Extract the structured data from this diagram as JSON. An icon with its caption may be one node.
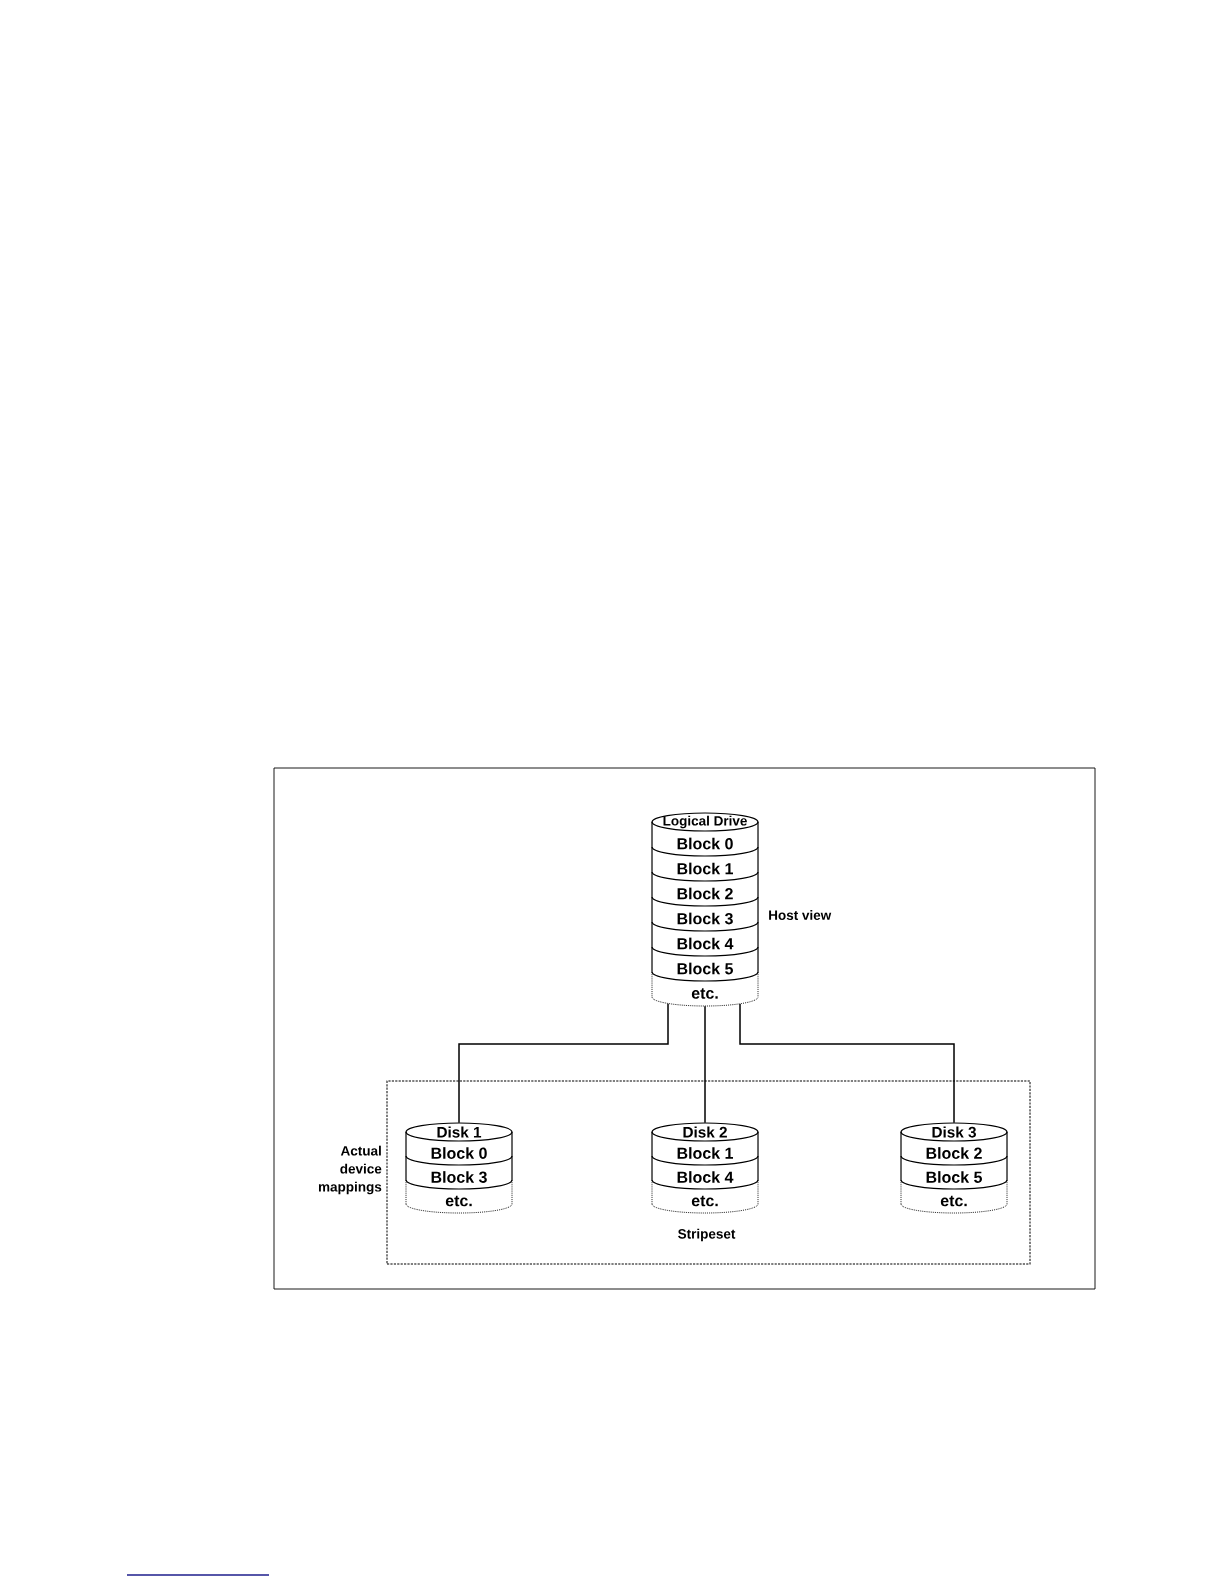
{
  "diagram": {
    "nodes": [
      {
        "text": [
          "Logical Drive",
          "Block 0",
          "Block 1",
          "Block 2",
          "Block 3",
          "Block 4",
          "Block 5",
          "etc."
        ],
        "beside": [
          "Host view"
        ]
      },
      {
        "text": [
          "Stripeset"
        ],
        "beside": [
          "Actual device mappings"
        ]
      },
      {
        "text": [
          "Disk 1",
          "Block 0",
          "Block 3",
          "etc."
        ],
        "in": 1
      },
      {
        "text": [
          "Disk 2",
          "Block 1",
          "Block 4",
          "etc."
        ],
        "in": 1
      },
      {
        "text": [
          "Disk 3",
          "Block 2",
          "Block 5",
          "etc."
        ],
        "in": 1
      }
    ],
    "edges": [
      {
        "from": 0,
        "to": 2,
        "arrow": "none"
      },
      {
        "from": 0,
        "to": 3,
        "arrow": "none"
      },
      {
        "from": 0,
        "to": 4,
        "arrow": "none"
      }
    ]
  }
}
